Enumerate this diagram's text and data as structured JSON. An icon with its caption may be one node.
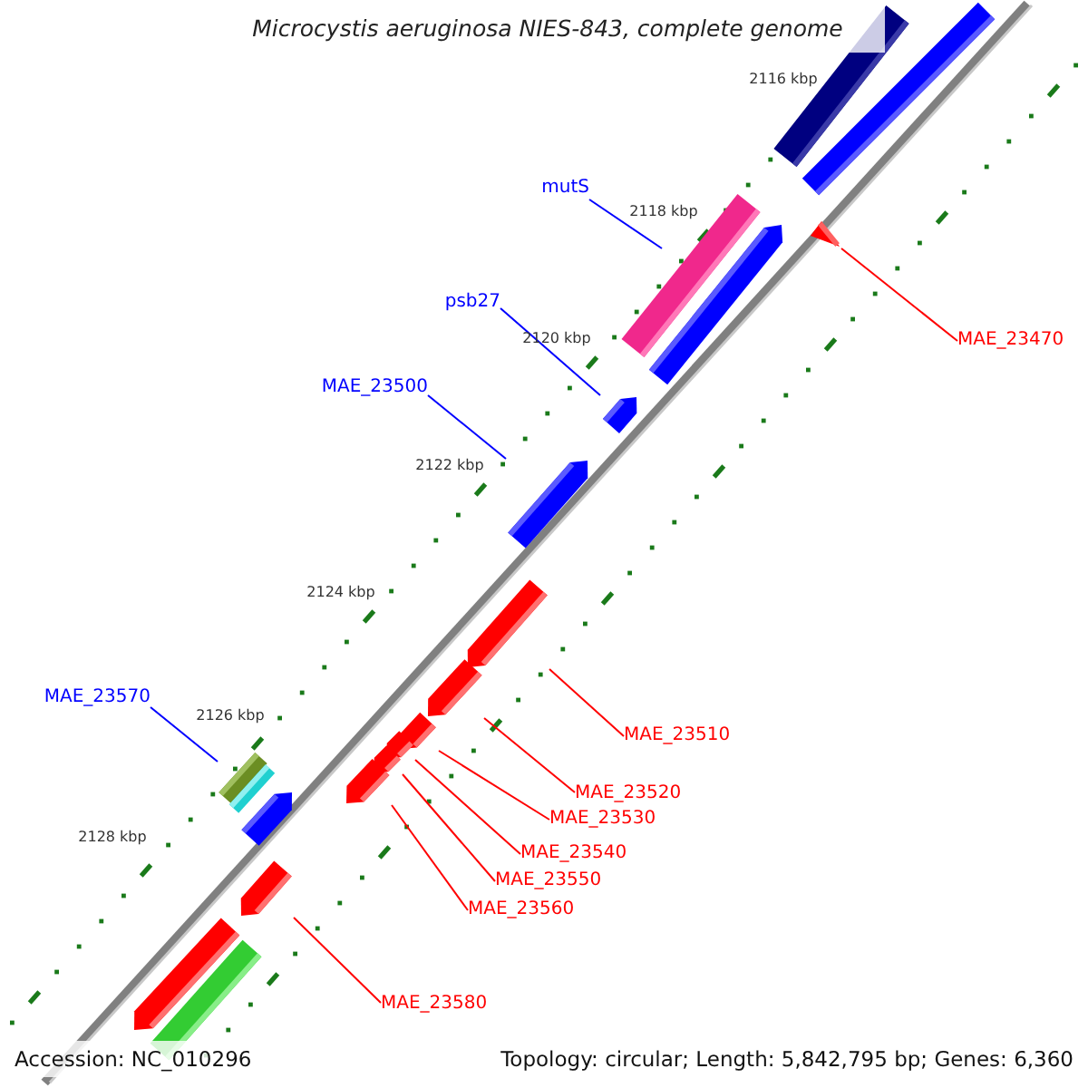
{
  "diagram": {
    "title": "Microcystis aeruginosa NIES-843, complete genome",
    "nodes": [
      {
        "text": [
          "mutS"
        ]
      },
      {
        "text": [
          "psb27"
        ]
      },
      {
        "text": [
          "MAE_23500"
        ]
      },
      {
        "text": [
          "MAE_23470"
        ]
      },
      {
        "text": [
          "MAE_23510"
        ]
      },
      {
        "text": [
          "MAE_23520"
        ]
      },
      {
        "text": [
          "MAE_23530"
        ]
      },
      {
        "text": [
          "MAE_23540"
        ]
      },
      {
        "text": [
          "MAE_23550"
        ]
      },
      {
        "text": [
          "MAE_23560"
        ]
      },
      {
        "text": [
          "MAE_23570"
        ]
      },
      {
        "text": [
          "MAE_23580"
        ]
      },
      {
        "text": [],
        "shape": "bar"
      },
      {
        "text": [],
        "shape": "triangle"
      },
      {
        "text": [],
        "shape": "arrow"
      },
      {
        "text": [],
        "shape": "arrow"
      },
      {
        "text": [],
        "shape": "arrow"
      },
      {
        "text": [],
        "shape": "arrow"
      },
      {
        "text": [],
        "shape": "arrow"
      },
      {
        "text": [],
        "shape": "arrow"
      },
      {
        "text": [],
        "shape": "arrow"
      },
      {
        "text": [],
        "shape": "arrow"
      },
      {
        "text": [],
        "shape": "bar"
      },
      {
        "text": [],
        "shape": "arrow"
      },
      {
        "text": [],
        "shape": "bar"
      },
      {
        "text": [],
        "shape": "bar"
      },
      {
        "text": [],
        "shape": "arrow"
      },
      {
        "text": [],
        "shape": "bar"
      },
      {
        "text": [],
        "shape": "arrow"
      },
      {
        "text": [],
        "shape": "arrow"
      },
      {
        "text": [],
        "shape": "bar"
      }
    ],
    "edges": [
      {
        "from": 0,
        "to": 12,
        "arrow": "none",
        "color": "#0000ff"
      },
      {
        "from": 1,
        "to": 14,
        "arrow": "none",
        "color": "#0000ff"
      },
      {
        "from": 2,
        "to": 15,
        "arrow": "none",
        "color": "#0000ff"
      },
      {
        "from": 3,
        "to": 13,
        "arrow": "none"
      },
      {
        "from": 4,
        "to": 16,
        "arrow": "none"
      },
      {
        "from": 5,
        "to": 17,
        "arrow": "none"
      },
      {
        "from": 6,
        "to": 18,
        "arrow": "none"
      },
      {
        "from": 7,
        "to": 19,
        "arrow": "none"
      },
      {
        "from": 8,
        "to": 20,
        "arrow": "none"
      },
      {
        "from": 9,
        "to": 21,
        "arrow": "none"
      },
      {
        "from": 10,
        "to": 22,
        "arrow": "none",
        "color": "#0000ff"
      },
      {
        "from": 11,
        "to": 23,
        "arrow": "none"
      }
    ],
    "labels": [
      "2116 kbp",
      "2118 kbp",
      "2120 kbp",
      "2122 kbp",
      "2124 kbp",
      "2126 kbp",
      "2128 kbp",
      "Accession: NC_010296",
      "Topology: circular; Length: 5,842,795 bp; Genes: 6,360"
    ]
  }
}
